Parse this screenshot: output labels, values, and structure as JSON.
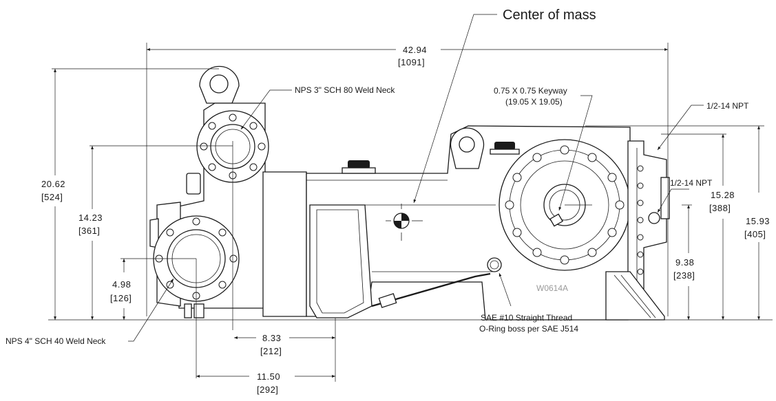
{
  "callouts": {
    "center_of_mass": "Center of mass",
    "nps3": "NPS 3\" SCH 80 Weld Neck",
    "keyway_line1": "0.75 X 0.75 Keyway",
    "keyway_line2": "(19.05 X 19.05)",
    "npt_top": "1/2-14 NPT",
    "npt_side": "1/2-14 NPT",
    "nps4": "NPS 4\" SCH 40 Weld Neck",
    "sae_line1": "SAE #10 Straight Thread",
    "sae_line2": "O-Ring boss per SAE J514",
    "watermark": "W0614A"
  },
  "dimensions": {
    "overall_length": {
      "in": "42.94",
      "mm": "[1091]"
    },
    "overall_height": {
      "in": "20.62",
      "mm": "[524]"
    },
    "nps3_height": {
      "in": "14.23",
      "mm": "[361]"
    },
    "nps4_height": {
      "in": "4.98",
      "mm": "[126]"
    },
    "center_offset": {
      "in": "8.33",
      "mm": "[212]"
    },
    "nps4_offset": {
      "in": "11.50",
      "mm": "[292]"
    },
    "shaft_height": {
      "in": "9.38",
      "mm": "[238]"
    },
    "npt_height": {
      "in": "15.28",
      "mm": "[388]"
    },
    "frame_height": {
      "in": "15.93",
      "mm": "[405]"
    }
  }
}
